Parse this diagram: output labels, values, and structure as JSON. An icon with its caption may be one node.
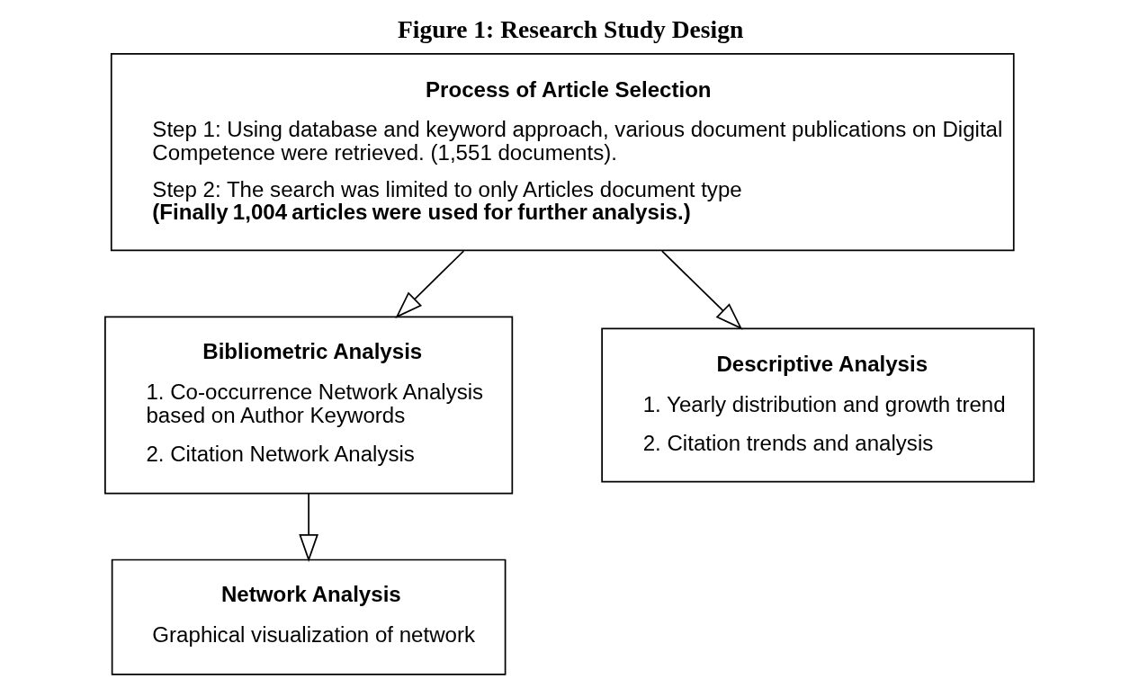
{
  "diagram": {
    "title": "Figure 1: Research Study Design",
    "nodes": [
      {
        "text": [
          "Process of Article Selection",
          "Step 1: Using database and keyword approach, various document publications on Digital Competence were retrieved. (1,551 documents).",
          "Step 2: The search was limited to only Articles document type **(Finally 1,004 articles were used for further analysis.)**"
        ]
      },
      {
        "text": [
          "Bibliometric Analysis",
          "1. Co-occurrence Network Analysis based on Author Keywords",
          "2. Citation Network Analysis"
        ]
      },
      {
        "text": [
          "Descriptive Analysis",
          "1. Yearly distribution and growth trend",
          "2. Citation trends and analysis"
        ]
      },
      {
        "text": [
          "Network Analysis",
          "Graphical visualization of network"
        ]
      }
    ],
    "edges": [
      {
        "from": 0,
        "to": 1,
        "arrow": "to"
      },
      {
        "from": 0,
        "to": 2,
        "arrow": "to"
      },
      {
        "from": 1,
        "to": 3,
        "arrow": "to"
      }
    ]
  }
}
